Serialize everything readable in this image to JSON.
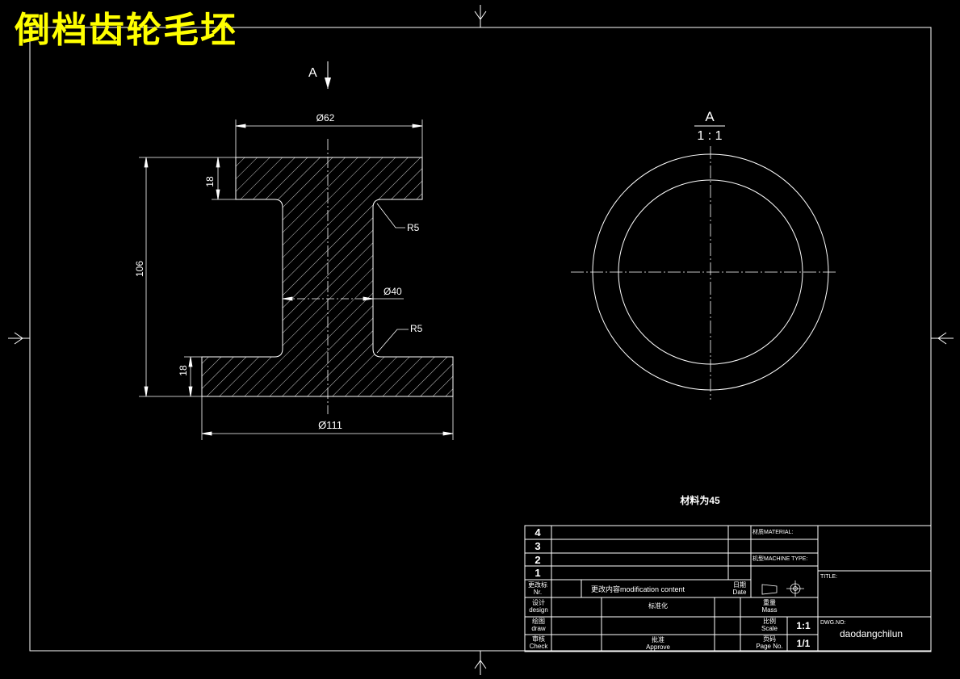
{
  "title": "倒档齿轮毛坯",
  "colors": {
    "background": "#000000",
    "lines": "#ffffff",
    "title": "#ffff00"
  },
  "section_mark": "A",
  "dimensions": {
    "top_diameter": "Ø62",
    "bottom_diameter": "Ø111",
    "shaft_diameter": "Ø40",
    "overall_height": "106",
    "top_flange_thickness": "18",
    "bottom_flange_thickness": "18",
    "fillet_upper": "R5",
    "fillet_lower": "R5"
  },
  "view_a": {
    "label": "A",
    "scale": "1 : 1"
  },
  "material_note": "材料为45",
  "title_block": {
    "revision_numbers": [
      "4",
      "3",
      "2",
      "1"
    ],
    "revision_no_label": "更改标\nNr.",
    "modification_label": "更改内容modification content",
    "date_label": "日期\nDate",
    "design_label": "设计\ndesign",
    "draw_label": "绘图\ndraw",
    "check_label": "审核\nCheck",
    "standardization_label": "标准化",
    "approve_label": "批准\nApprove",
    "mass_label": "重量\nMass",
    "scale_label": "比例\nScale",
    "scale_value": "1:1",
    "page_label": "页码\nPage No.",
    "page_value": "1/1",
    "material_label": "材质MATERIAL:",
    "machine_type_label": "机型MACHINE TYPE:",
    "title_label": "TITLE:",
    "dwg_no_label": "DWG.NO:",
    "dwg_no_value": "daodangchilun"
  }
}
